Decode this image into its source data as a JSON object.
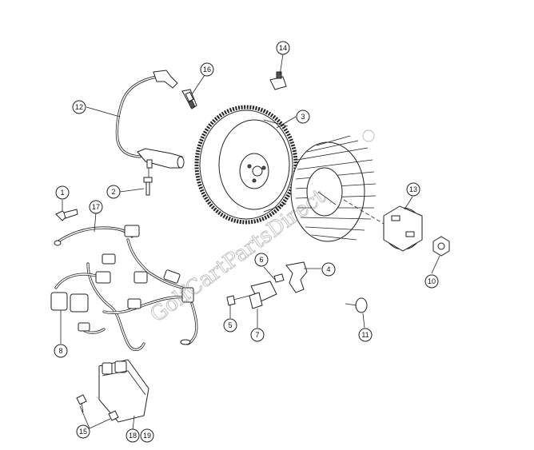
{
  "diagram": {
    "watermark": "GolfCartPartsDirect",
    "callouts": [
      {
        "id": "c1",
        "label": "1"
      },
      {
        "id": "c2",
        "label": "2"
      },
      {
        "id": "c3",
        "label": "3"
      },
      {
        "id": "c4",
        "label": "4"
      },
      {
        "id": "c5",
        "label": "5"
      },
      {
        "id": "c6",
        "label": "6"
      },
      {
        "id": "c7",
        "label": "7"
      },
      {
        "id": "c8",
        "label": "8"
      },
      {
        "id": "c10",
        "label": "10"
      },
      {
        "id": "c11",
        "label": "11"
      },
      {
        "id": "c12",
        "label": "12"
      },
      {
        "id": "c13",
        "label": "13"
      },
      {
        "id": "c14",
        "label": "14"
      },
      {
        "id": "c15",
        "label": "15"
      },
      {
        "id": "c16",
        "label": "16"
      },
      {
        "id": "c17",
        "label": "17"
      },
      {
        "id": "c18",
        "label": "18"
      },
      {
        "id": "c19",
        "label": "19"
      }
    ]
  }
}
